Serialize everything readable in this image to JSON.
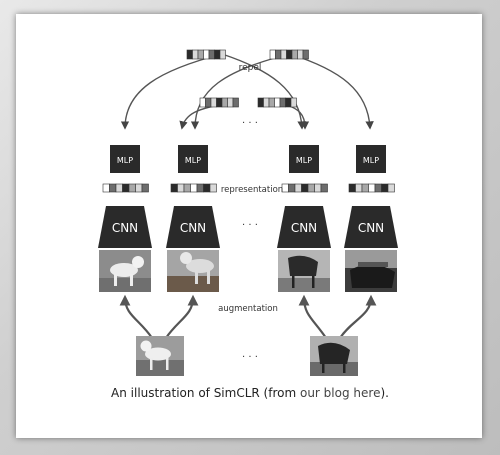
{
  "labels": {
    "repel": "repel",
    "representation": "representation",
    "augmentation": "augmentation",
    "mlp": "MLP",
    "cnn": "CNN",
    "ellipsis": "· · ·"
  },
  "caption": {
    "prefix": "An illustration of SimCLR (from ",
    "link": "our blog here",
    "suffix": ")."
  },
  "branches": [
    {
      "subject": "dog"
    },
    {
      "subject": "dog"
    },
    {
      "subject": "chair"
    },
    {
      "subject": "chair"
    }
  ],
  "colors": {
    "block": "#2a2a2a",
    "arrow": "#444444",
    "vector_cells": [
      "#ffffff",
      "#d9d9d9",
      "#a8a8a8",
      "#6d6d6d",
      "#2b2b2b"
    ]
  }
}
